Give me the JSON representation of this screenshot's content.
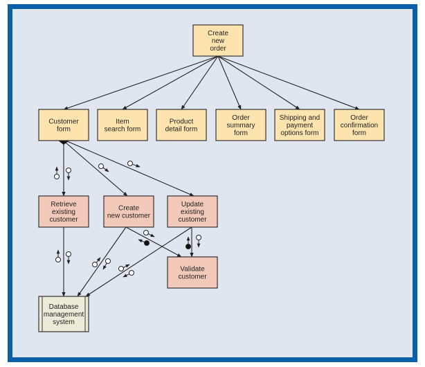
{
  "diagram": {
    "colors": {
      "frame_border": "#0b5ea8",
      "background": "#dfe6f0",
      "form_fill": "#fde3ad",
      "process_fill": "#f2c9b9",
      "system_fill": "#ebecd8",
      "line": "#222222"
    },
    "nodes": [
      {
        "id": "create-new-order",
        "kind": "form",
        "lines": [
          "Create",
          "new",
          "order"
        ]
      },
      {
        "id": "customer-form",
        "kind": "form",
        "lines": [
          "Customer",
          "form"
        ]
      },
      {
        "id": "item-search-form",
        "kind": "form",
        "lines": [
          "Item",
          "search form"
        ]
      },
      {
        "id": "product-detail-form",
        "kind": "form",
        "lines": [
          "Product",
          "detail form"
        ]
      },
      {
        "id": "order-summary-form",
        "kind": "form",
        "lines": [
          "Order",
          "summary",
          "form"
        ]
      },
      {
        "id": "shipping-payment-form",
        "kind": "form",
        "lines": [
          "Shipping and",
          "payment",
          "options form"
        ]
      },
      {
        "id": "order-confirmation-form",
        "kind": "form",
        "lines": [
          "Order",
          "confirmation",
          "form"
        ]
      },
      {
        "id": "retrieve-existing-customer",
        "kind": "process",
        "lines": [
          "Retrieve",
          "existing",
          "customer"
        ]
      },
      {
        "id": "create-new-customer",
        "kind": "process",
        "lines": [
          "Create",
          "new customer"
        ]
      },
      {
        "id": "update-existing-customer",
        "kind": "process",
        "lines": [
          "Update",
          "existing",
          "customer"
        ]
      },
      {
        "id": "validate-customer",
        "kind": "process",
        "lines": [
          "Validate",
          "customer"
        ]
      },
      {
        "id": "database-management-system",
        "kind": "system",
        "lines": [
          "Database",
          "management",
          "system"
        ]
      }
    ],
    "edges": [
      {
        "from": "create-new-order",
        "to": "customer-form"
      },
      {
        "from": "create-new-order",
        "to": "item-search-form"
      },
      {
        "from": "create-new-order",
        "to": "product-detail-form"
      },
      {
        "from": "create-new-order",
        "to": "order-summary-form"
      },
      {
        "from": "create-new-order",
        "to": "shipping-payment-form"
      },
      {
        "from": "create-new-order",
        "to": "order-confirmation-form"
      },
      {
        "from": "customer-form",
        "to": "retrieve-existing-customer",
        "conditional": true
      },
      {
        "from": "customer-form",
        "to": "create-new-customer",
        "conditional": true
      },
      {
        "from": "customer-form",
        "to": "update-existing-customer",
        "conditional": true
      },
      {
        "from": "retrieve-existing-customer",
        "to": "database-management-system"
      },
      {
        "from": "create-new-customer",
        "to": "database-management-system"
      },
      {
        "from": "update-existing-customer",
        "to": "database-management-system"
      },
      {
        "from": "create-new-customer",
        "to": "validate-customer"
      },
      {
        "from": "update-existing-customer",
        "to": "validate-customer"
      }
    ],
    "couples": [
      {
        "edge": "customer-form→retrieve-existing-customer",
        "items": [
          "data-up",
          "data-down"
        ]
      },
      {
        "edge": "customer-form→create-new-customer",
        "items": [
          "data-down"
        ]
      },
      {
        "edge": "customer-form→update-existing-customer",
        "items": [
          "data-down"
        ]
      },
      {
        "edge": "retrieve-existing-customer→database-management-system",
        "items": [
          "data-up",
          "data-down"
        ]
      },
      {
        "edge": "create-new-customer→database-management-system",
        "items": [
          "data-up",
          "data-down"
        ]
      },
      {
        "edge": "update-existing-customer→database-management-system",
        "items": [
          "data-up",
          "data-down"
        ]
      },
      {
        "edge": "create-new-customer→validate-customer",
        "items": [
          "data-down",
          "flag-up"
        ]
      },
      {
        "edge": "update-existing-customer→validate-customer",
        "items": [
          "flag-up",
          "data-down"
        ]
      }
    ]
  }
}
